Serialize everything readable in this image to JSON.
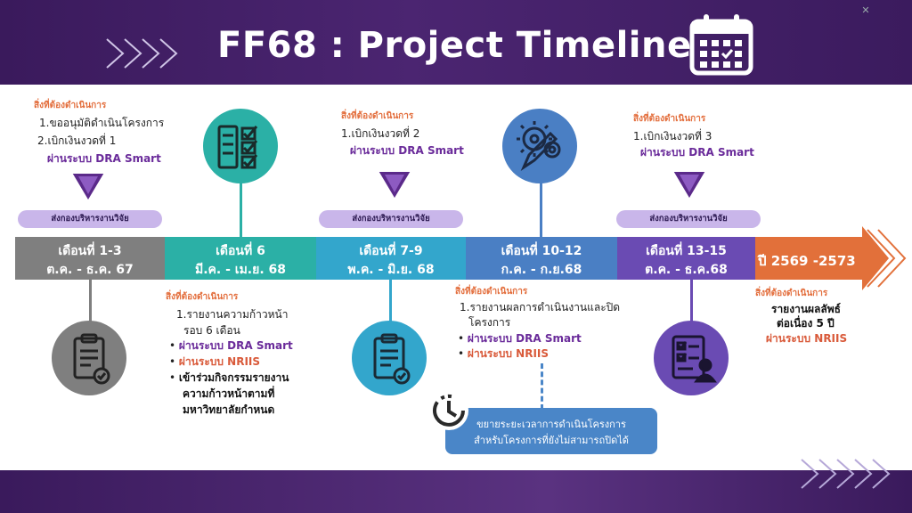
{
  "title": "FF68 : Project Timeline",
  "todo_label": "สิ่งที่ต้องดำเนินการ",
  "pill_label": "ส่งกองบริหารงานวิจัย",
  "via_dra": "ผ่านระบบ DRA Smart",
  "via_nriis": "ผ่านระบบ NRIIS",
  "colors": {
    "header": "#3b1b5e",
    "gray": "#7f7f7f",
    "teal": "#2bb0a6",
    "cyan": "#33a6cc",
    "blue": "#4a7fc4",
    "purple": "#6a4bb3",
    "orange": "#e2703a"
  },
  "segments": [
    {
      "line1": "เดือนที่ 1-3",
      "line2": "ต.ค. - ธ.ค. 67"
    },
    {
      "line1": "เดือนที่ 6",
      "line2": "มี.ค. - เม.ย. 68"
    },
    {
      "line1": "เดือนที่ 7-9",
      "line2": "พ.ค. - มิ.ย. 68"
    },
    {
      "line1": "เดือนที่ 10-12",
      "line2": "ก.ค. - ก.ย.68"
    },
    {
      "line1": "เดือนที่ 13-15",
      "line2": "ต.ค. - ธ.ค.68"
    },
    {
      "line1": "ปี 2569 -2573"
    }
  ],
  "tasks": {
    "t1": {
      "item1": "1.ขออนุมัติดำเนินโครงการ",
      "item2": "2.เบิกเงินงวดที่ 1"
    },
    "t2": {
      "item1": "1.เบิกเงินงวดที่ 2"
    },
    "t3": {
      "item1": "1.เบิกเงินงวดที่ 3"
    },
    "b1": {
      "item1": "1.รายงานความก้าวหน้า",
      "item1b": "รอบ 6 เดือน",
      "bullet3a": "เข้าร่วมกิจกรรมรายงาน",
      "bullet3b": "ความก้าวหน้าตามที่",
      "bullet3c": "มหาวิทยาลัยกำหนด"
    },
    "b2": {
      "item1": "1.รายงานผลการดำเนินงานและปิด",
      "item1b": "โครงการ"
    },
    "b3": {
      "line1": "รายงานผลลัพธ์",
      "line2": "ต่อเนื่อง 5 ปี"
    }
  },
  "note": {
    "line1": "ขยายระยะเวลาการดำเนินโครงการ",
    "line2": "สำหรับโครงการที่ยังไม่สามารถปิดได้"
  },
  "icons": [
    "calendar-icon",
    "checklist-icon",
    "clipboard-check-icon",
    "gear-pencil-icon",
    "report-person-icon",
    "clock-history-icon"
  ]
}
